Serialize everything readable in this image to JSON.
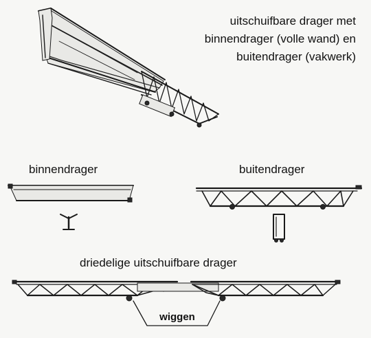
{
  "labels": {
    "caption_line1": "uitschuifbare drager met",
    "caption_line2": "binnendrager (volle wand) en",
    "caption_line3": "buitendrager (vakwerk)",
    "inner_girder": "binnendrager",
    "outer_girder": "buitendrager",
    "three_part": "driedelige uitschuifbare drager",
    "wedges": "wiggen"
  }
}
